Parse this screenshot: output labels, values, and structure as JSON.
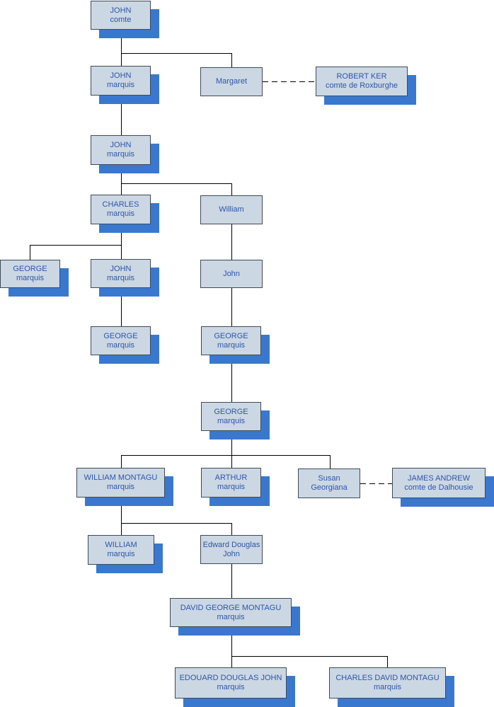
{
  "colors": {
    "box_fill": "#ccd7e4",
    "box_border": "#3f4a57",
    "shadow": "#3a78cf",
    "text": "#2d55a8",
    "line": "#000000"
  },
  "nodes": [
    {
      "id": "john-comte",
      "name": "JOHN",
      "title": "comte",
      "shadow": true
    },
    {
      "id": "john-marquis-1",
      "name": "JOHN",
      "title": "marquis",
      "shadow": true
    },
    {
      "id": "margaret",
      "name": "Margaret",
      "title": "",
      "shadow": false
    },
    {
      "id": "robert-ker",
      "name": "ROBERT KER",
      "title": "comte de Roxburghe",
      "shadow": true
    },
    {
      "id": "john-marquis-2",
      "name": "JOHN",
      "title": "marquis",
      "shadow": true
    },
    {
      "id": "charles",
      "name": "CHARLES",
      "title": "marquis",
      "shadow": true
    },
    {
      "id": "william-1",
      "name": "William",
      "title": "",
      "shadow": false
    },
    {
      "id": "george-1",
      "name": "GEORGE",
      "title": "marquis",
      "shadow": true
    },
    {
      "id": "john-marquis-3",
      "name": "JOHN",
      "title": "marquis",
      "shadow": true
    },
    {
      "id": "john-plain",
      "name": "John",
      "title": "",
      "shadow": false
    },
    {
      "id": "george-2",
      "name": "GEORGE",
      "title": "marquis",
      "shadow": true
    },
    {
      "id": "george-3",
      "name": "GEORGE",
      "title": "marquis",
      "shadow": true
    },
    {
      "id": "george-4",
      "name": "GEORGE",
      "title": "marquis",
      "shadow": true
    },
    {
      "id": "william-montagu",
      "name": "WILLIAM MONTAGU",
      "title": "marquis",
      "shadow": true
    },
    {
      "id": "arthur",
      "name": "ARTHUR",
      "title": "marquis",
      "shadow": true
    },
    {
      "id": "susan",
      "name": "Susan",
      "title": "Georgiana",
      "shadow": false
    },
    {
      "id": "james-andrew",
      "name": "JAMES ANDREW",
      "title": "comte de Dalhousie",
      "shadow": true
    },
    {
      "id": "william-2",
      "name": "WILLIAM",
      "title": "marquis",
      "shadow": true
    },
    {
      "id": "edward-douglas",
      "name": "Edward Douglas",
      "title": "John",
      "shadow": false
    },
    {
      "id": "david-george",
      "name": "DAVID GEORGE MONTAGU",
      "title": "marquis",
      "shadow": true
    },
    {
      "id": "edouard-douglas",
      "name": "EDOUARD DOUGLAS JOHN",
      "title": "marquis",
      "shadow": true
    },
    {
      "id": "charles-david",
      "name": "CHARLES DAVID MONTAGU",
      "title": "marquis",
      "shadow": true
    }
  ]
}
